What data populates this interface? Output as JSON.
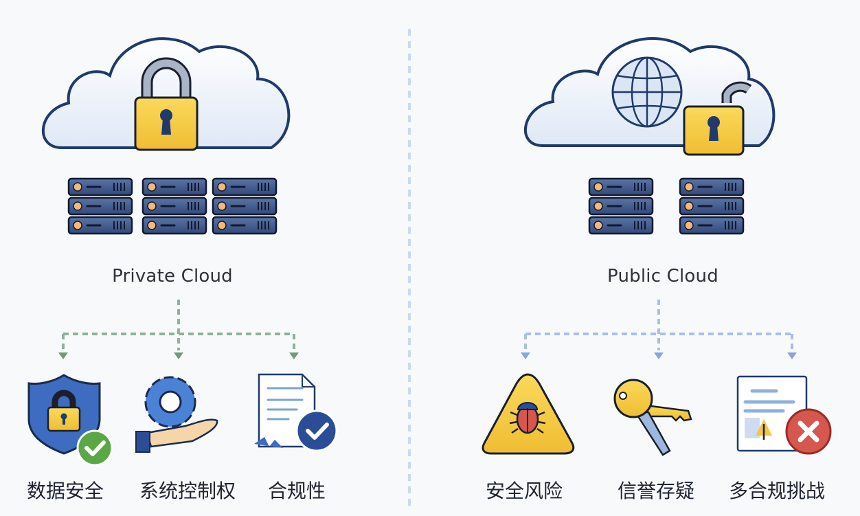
{
  "diagram": {
    "left": {
      "title": "Private Cloud",
      "accent": "#7fa889",
      "items": [
        {
          "label": "数据安全",
          "icon": "shield-lock-check-icon"
        },
        {
          "label": "系统控制权",
          "icon": "gear-hand-icon"
        },
        {
          "label": "合规性",
          "icon": "certificate-check-icon"
        }
      ]
    },
    "right": {
      "title": "Public Cloud",
      "accent": "#9ab3de",
      "items": [
        {
          "label": "安全风险",
          "icon": "warning-bug-icon"
        },
        {
          "label": "信誉存疑",
          "icon": "keys-icon"
        },
        {
          "label": "多合规挑战",
          "icon": "document-error-icon"
        }
      ]
    },
    "colors": {
      "navy": "#1f3a6b",
      "server": "#3e5a8f",
      "lock_yellow": "#f5c842",
      "shield_blue": "#3d6cc0",
      "success_green": "#5aa845",
      "error_red": "#d5574e",
      "divider": "#c9d9ef"
    }
  }
}
